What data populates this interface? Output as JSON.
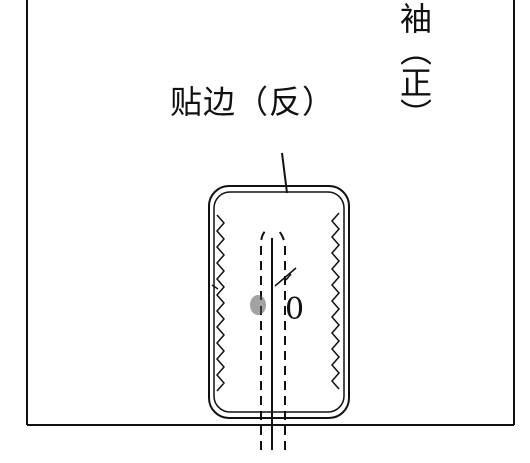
{
  "labels": {
    "facing": "贴边（反）",
    "sleeve": "袖（正）",
    "measurement": "0"
  },
  "colors": {
    "line": "#111111",
    "mark": "#555555",
    "background": "#ffffff"
  }
}
